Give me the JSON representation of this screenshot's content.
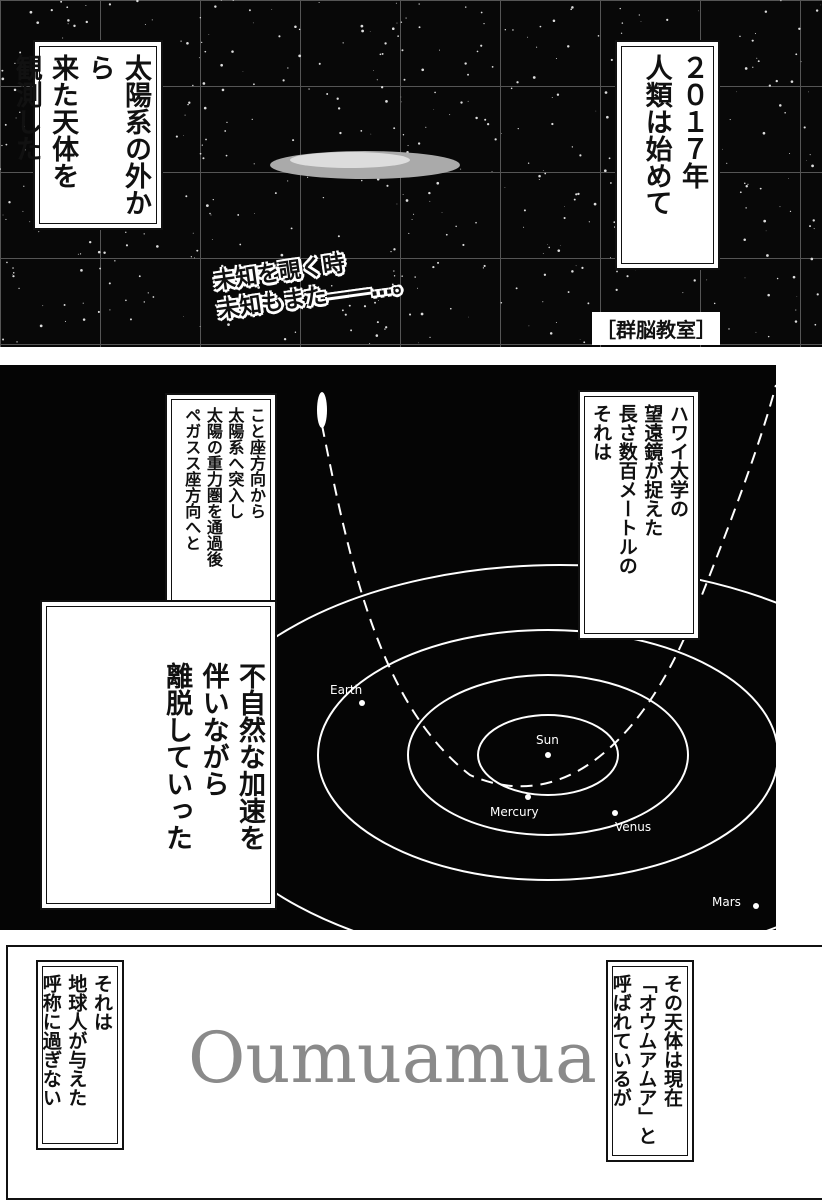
{
  "panel1": {
    "right_caption": [
      "２０１７年",
      "人類は始めて"
    ],
    "left_caption": [
      "太陽系の外から",
      "来た天体を",
      "観測した"
    ],
    "tagline": [
      "未知を覗く時",
      "未知もまた――…。"
    ],
    "series_title": "［群脳教室］"
  },
  "panel2": {
    "right_caption": [
      "ハワイ大学の",
      "望遠鏡が捉えた",
      "長さ数百メートルの",
      "それは"
    ],
    "left_caption_top": [
      "こと座方向から",
      "太陽系へ突入し",
      "太陽の重力圏を通過後",
      "ペガスス座方向へと"
    ],
    "left_caption_bottom": [
      "不自然な加速を",
      "伴いながら",
      "離脱していった"
    ],
    "labels": {
      "earth": "Earth",
      "sun": "Sun",
      "mercury": "Mercury",
      "venus": "Venus",
      "mars": "Mars"
    }
  },
  "panel3": {
    "right_caption": [
      "その天体は現在",
      "「オウムアムア」と",
      "呼ばれているが"
    ],
    "left_caption": [
      "それは",
      "地球人が与えた",
      "呼称に過ぎない"
    ],
    "title": "Oumuamua"
  }
}
